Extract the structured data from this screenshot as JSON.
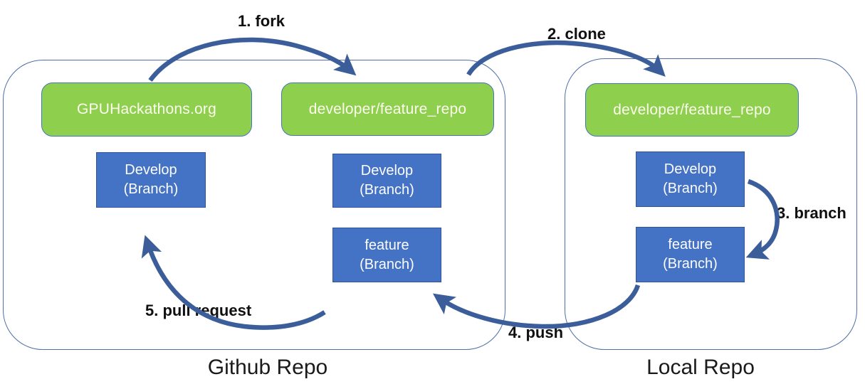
{
  "colors": {
    "background": "#ffffff",
    "repo_box_fill": "#8fcf4e",
    "repo_box_border": "#4576b9",
    "branch_box_fill": "#4472c4",
    "branch_box_border": "#30549c",
    "container_border": "#4e6fa7",
    "arrow": "#3b5e9b",
    "label_text": "#101010",
    "box_text": "#ffffff"
  },
  "containers": {
    "github": {
      "label": "Github Repo"
    },
    "local": {
      "label": "Local Repo"
    }
  },
  "boxes": {
    "gpuhackathons": {
      "label": "GPUHackathons.org"
    },
    "github_fork": {
      "label": "developer/feature_repo"
    },
    "local_clone": {
      "label": "developer/feature_repo"
    },
    "github_origin_develop": {
      "label": "Develop\n(Branch)"
    },
    "github_fork_develop": {
      "label": "Develop\n(Branch)"
    },
    "github_fork_feature": {
      "label": "feature\n(Branch)"
    },
    "local_develop": {
      "label": "Develop\n(Branch)"
    },
    "local_feature": {
      "label": "feature\n(Branch)"
    }
  },
  "arrows": {
    "fork": {
      "label": "1. fork"
    },
    "clone": {
      "label": "2. clone"
    },
    "branch": {
      "label": "3. branch"
    },
    "push": {
      "label": "4. push"
    },
    "pull_request": {
      "label": "5. pull request"
    }
  }
}
